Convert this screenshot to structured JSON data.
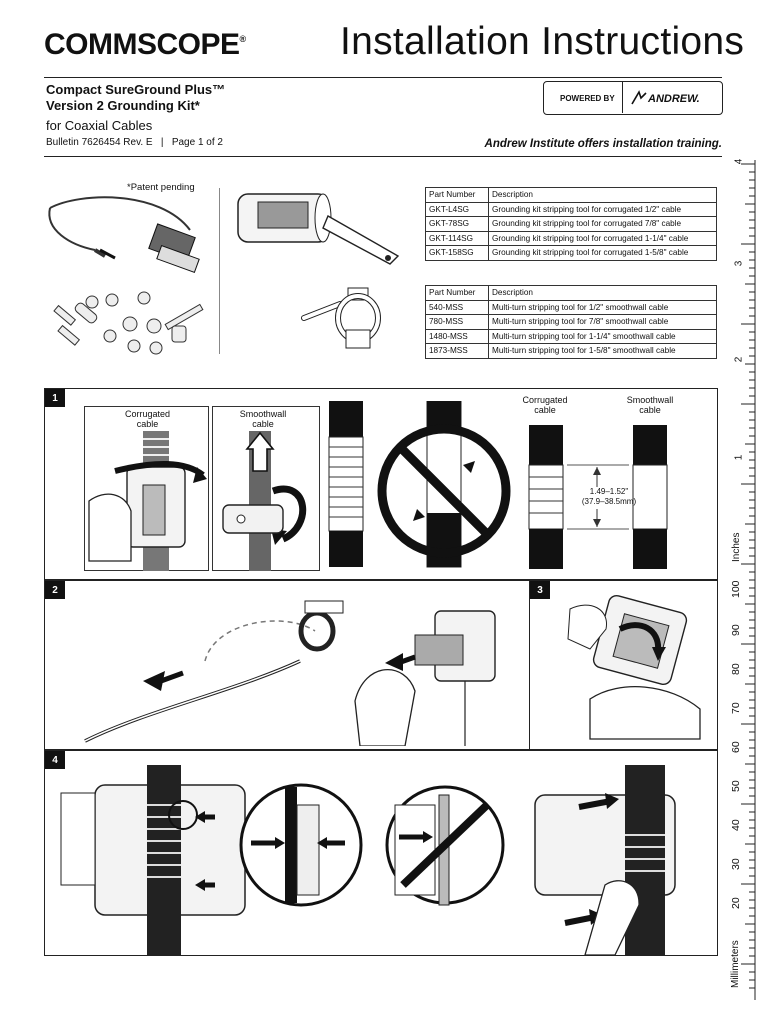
{
  "header": {
    "logo": "COMMSCOPE",
    "logo_mark": "®",
    "title": "Installation Instructions",
    "product_line1": "Compact SureGround Plus™",
    "product_line2": "Version 2 Grounding Kit*",
    "product_line3": "for Coaxial Cables",
    "bulletin": "Bulletin 7626454 Rev. E   |   Page 1 of 2",
    "powered_by": "POWERED BY",
    "partner": "ANDREW.",
    "training": "Andrew Institute offers installation training."
  },
  "patent_note": "*Patent pending",
  "table1": {
    "headers": [
      "Part Number",
      "Description"
    ],
    "rows": [
      [
        "GKT-L4SG",
        "Grounding kit stripping tool for corrugated 1/2\" cable"
      ],
      [
        "GKT-78SG",
        "Grounding kit stripping tool for corrugated 7/8\" cable"
      ],
      [
        "GKT-114SG",
        "Grounding kit stripping tool for corrugated 1-1/4\" cable"
      ],
      [
        "GKT-158SG",
        "Grounding kit stripping tool for corrugated 1-5/8\" cable"
      ]
    ]
  },
  "table2": {
    "headers": [
      "Part Number",
      "Description"
    ],
    "rows": [
      [
        "540-MSS",
        "Multi-turn stripping tool for 1/2\" smoothwall cable"
      ],
      [
        "780-MSS",
        "Multi-turn stripping tool for 7/8\" smoothwall cable"
      ],
      [
        "1480-MSS",
        "Multi-turn stripping tool for 1-1/4\" smoothwall cable"
      ],
      [
        "1873-MSS",
        "Multi-turn stripping tool for 1-5/8\" smoothwall cable"
      ]
    ]
  },
  "steps": {
    "s1": "1",
    "s2": "2",
    "s3": "3",
    "s4": "4",
    "corrugated_l1": "Corrugated",
    "corrugated_l2": "cable",
    "smoothwall_l1": "Smoothwall",
    "smoothwall_l2": "cable",
    "dimension_l1": "1.49–1.52\"",
    "dimension_l2": "(37.9–38.5mm)"
  },
  "ruler": {
    "inches_label": "Inches",
    "mm_label": "Millimeters",
    "inch_marks": [
      "4",
      "3",
      "2",
      "1"
    ],
    "mm_marks": [
      "100",
      "90",
      "80",
      "70",
      "60",
      "50",
      "40",
      "30",
      "20"
    ]
  }
}
